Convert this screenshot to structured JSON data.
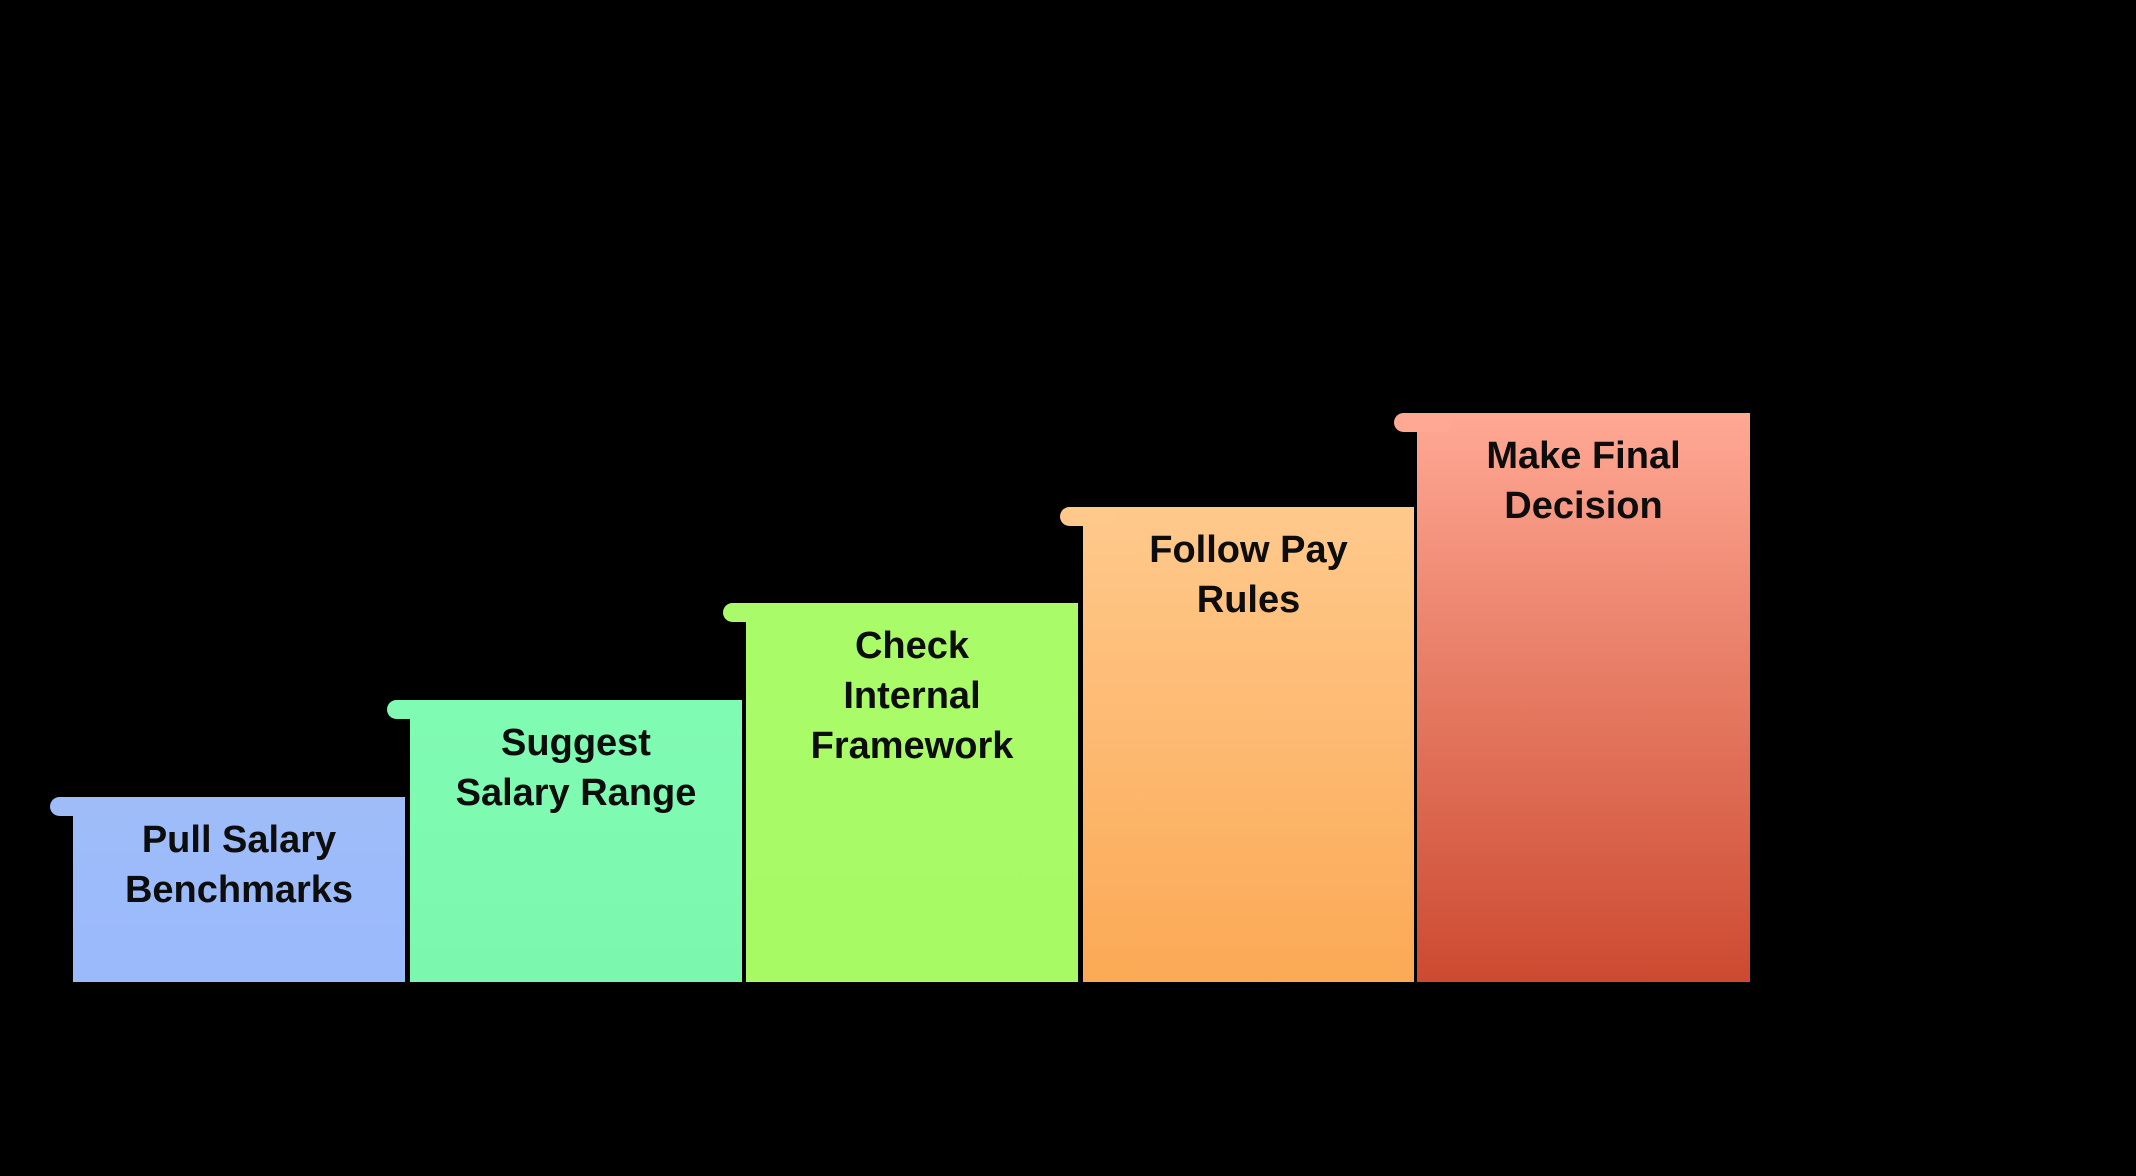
{
  "background_color": "#000000",
  "text_color": "#0d0d0d",
  "chart_data": {
    "type": "bar",
    "subtype": "staircase-process-steps",
    "title": "",
    "orientation": "ascending-left-to-right",
    "axes_visible": false,
    "steps": [
      {
        "order": 1,
        "label": "Pull Salary\nBenchmarks",
        "color_top": "#9fbcf8",
        "color_bottom": "#9abafc"
      },
      {
        "order": 2,
        "label": "Suggest\nSalary Range",
        "color_top": "#80fbb3",
        "color_bottom": "#7cf8ae"
      },
      {
        "order": 3,
        "label": "Check\nInternal\nFramework",
        "color_top": "#a9fb69",
        "color_bottom": "#a8fa64"
      },
      {
        "order": 4,
        "label": "Follow Pay\nRules",
        "color_top": "#ffc98c",
        "color_bottom": "#fba955"
      },
      {
        "order": 5,
        "label": "Make Final\nDecision",
        "color_top": "#ffa894",
        "color_bottom": "#cc4a30"
      }
    ]
  }
}
